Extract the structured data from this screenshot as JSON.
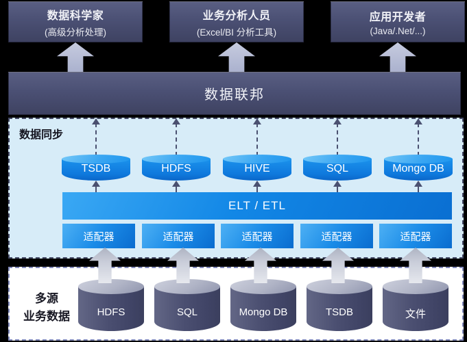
{
  "consumers": [
    {
      "title": "数据科学家",
      "subtitle": "(高级分析处理)"
    },
    {
      "title": "业务分析人员",
      "subtitle": "(Excel/BI 分析工具)"
    },
    {
      "title": "应用开发者",
      "subtitle": "(Java/.Net/...)"
    }
  ],
  "federation": {
    "label": "数据联邦"
  },
  "sync": {
    "label": "数据同步",
    "stores": [
      "TSDB",
      "HDFS",
      "HIVE",
      "SQL",
      "Mongo DB"
    ],
    "etl_label": "ELT / ETL",
    "adapters": [
      "适配器",
      "适配器",
      "适配器",
      "适配器",
      "适配器"
    ]
  },
  "sources": {
    "label_line1": "多源",
    "label_line2": "业务数据",
    "stores": [
      "HDFS",
      "SQL",
      "Mongo DB",
      "TSDB",
      "文件"
    ]
  },
  "colors": {
    "page_background": "#000000",
    "dark_panel_top": "#5a5f83",
    "dark_panel_bottom": "#3e4261",
    "sync_section_bg": "#d7ecf8",
    "sync_section_border": "#454a66",
    "sources_section_border": "#8189bb",
    "bright_blue": "#1287e6",
    "cylinder_blue_top": "#74c8f8",
    "source_cylinder_body": "#4b4f71",
    "lavender_arrow": "#b6bcd6",
    "gray_arrow": "#c9cdd9",
    "dashed_arrow": "#4a5070"
  }
}
